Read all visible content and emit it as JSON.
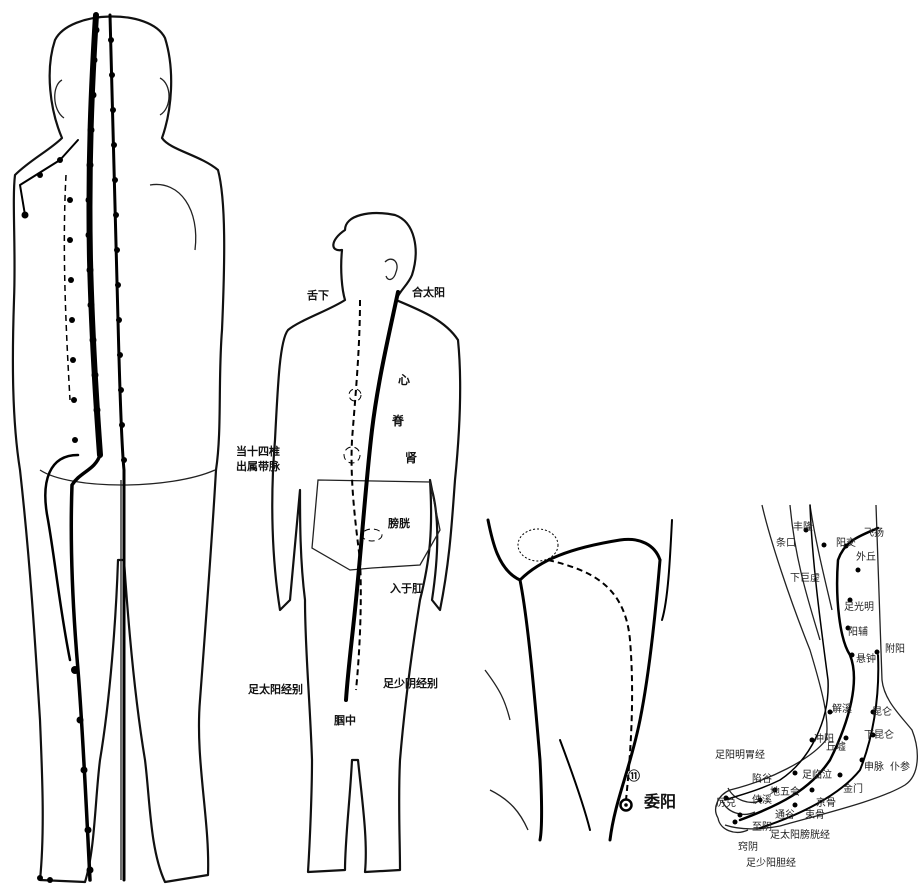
{
  "panel2": {
    "labels": {
      "shexia": "舌下",
      "he_taiyang": "合太阳",
      "xin": "心",
      "ji": "脊",
      "shen": "肾",
      "dang_shisi_zhui": "当十四椎",
      "chu_shu_daimai": "出属带脉",
      "pangguang": "膀胱",
      "ru_gangang": "入于肛",
      "zutaiyang_jingbie": "足太阳经别",
      "zushaoyin_jingbie": "足少阴经别",
      "guozhong": "腘中"
    }
  },
  "panel3": {
    "point_number": "⑪",
    "point_name": "委阳"
  },
  "panel4": {
    "labels": {
      "fenglong": "丰隆",
      "tiaokou": "条口",
      "xiajuxu": "下巨虚",
      "yangjiao": "阳交",
      "feiyang": "飞扬",
      "waiqiu": "外丘",
      "guangming": "光明",
      "zuguangming": "足光明",
      "yangfu": "阳辅",
      "fuyang": "附阳",
      "xuanzhong": "悬钟",
      "jiexi": "解溪",
      "kunlun": "昆仑",
      "xiakunlun": "下昆仑",
      "chongyang": "冲阳",
      "qiuxu": "丘墟",
      "shenmai": "申脉",
      "pucan": "仆参",
      "zuyangming_weijing": "足阳明胃经",
      "xiangu": "陷谷",
      "zulinqi": "足临泣",
      "jinmen": "金门",
      "diwuhui": "地五会",
      "xiaxi": "侠溪",
      "jinggu": "京骨",
      "tonggu": "通谷",
      "shugu": "束骨",
      "lidui": "厉兑",
      "zhiyin": "至阴",
      "qiaoyin": "窍阴",
      "zutaiyang_pangguangjing": "足太阳膀胱经",
      "zushaoyang_danjing": "足少阳胆经"
    }
  }
}
